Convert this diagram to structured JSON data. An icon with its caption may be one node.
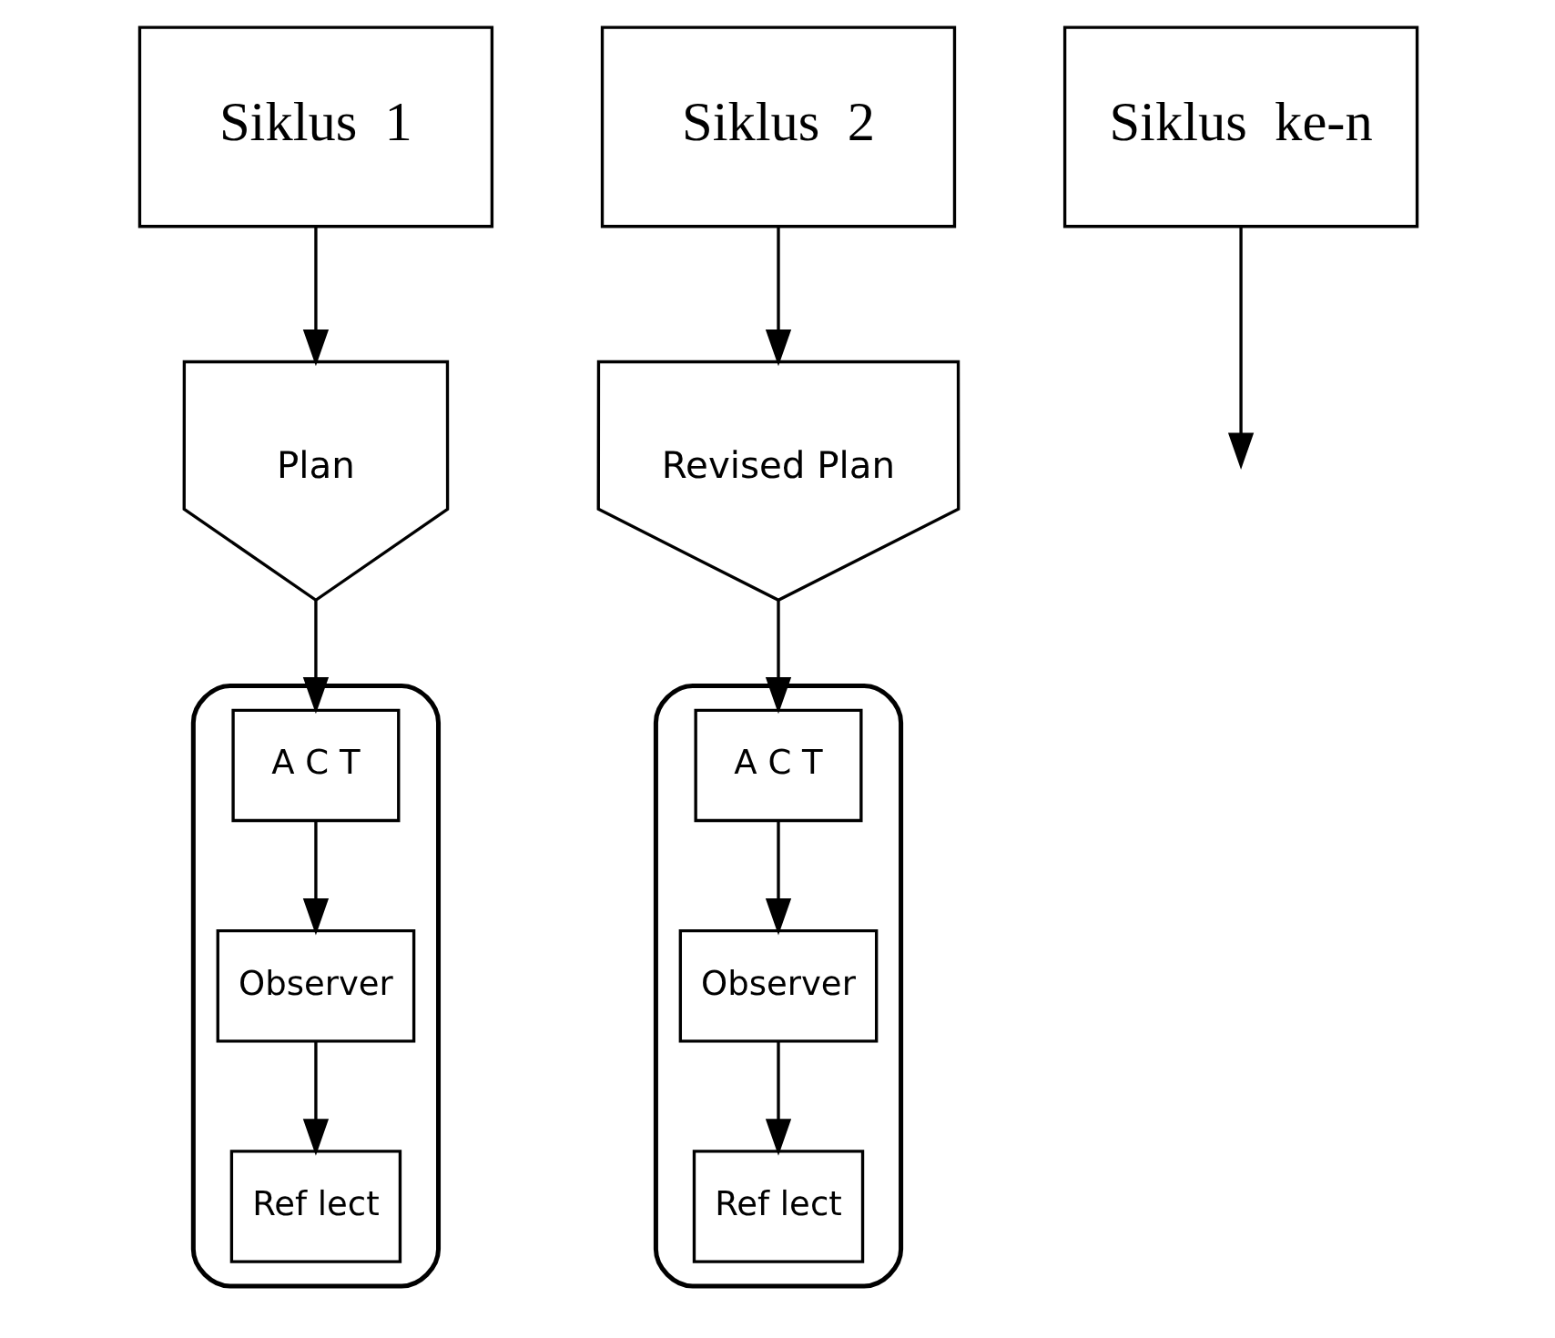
{
  "diagram": {
    "nodes": [
      {
        "text": [],
        "shape": "ellipse"
      },
      {
        "text": [
          "Ref lect"
        ],
        "in": 0
      },
      {
        "text": [
          "Plan"
        ]
      },
      {
        "text": [
          "Observer"
        ],
        "in": 0
      },
      {
        "text": [
          "A C T"
        ],
        "in": 0
      },
      {
        "text": [
          "Siklus  1"
        ]
      },
      {
        "text": [],
        "shape": "ellipse"
      },
      {
        "text": [
          "Ref lect"
        ],
        "in": 6
      },
      {
        "text": [
          "Revised Plan"
        ]
      },
      {
        "text": [
          "Observer"
        ],
        "in": 6
      },
      {
        "text": [
          "A C T"
        ],
        "in": 6
      },
      {
        "text": [
          "Siklus  2"
        ]
      },
      {
        "text": [
          "Siklus  ke-n"
        ]
      }
    ],
    "edges": [
      {
        "from": 5,
        "to": 2,
        "arrow": "to"
      },
      {
        "from": 2,
        "to": 4,
        "arrow": "to"
      },
      {
        "from": 4,
        "to": 3,
        "arrow": "to"
      },
      {
        "from": 3,
        "to": 1,
        "arrow": "to"
      },
      {
        "from": 11,
        "to": 8,
        "arrow": "to"
      },
      {
        "from": 8,
        "to": 10,
        "arrow": "to"
      },
      {
        "from": 10,
        "to": 9,
        "arrow": "to"
      },
      {
        "from": 9,
        "to": 7,
        "arrow": "to"
      },
      {
        "from": 12,
        "to": null,
        "arrow": "to"
      }
    ]
  }
}
